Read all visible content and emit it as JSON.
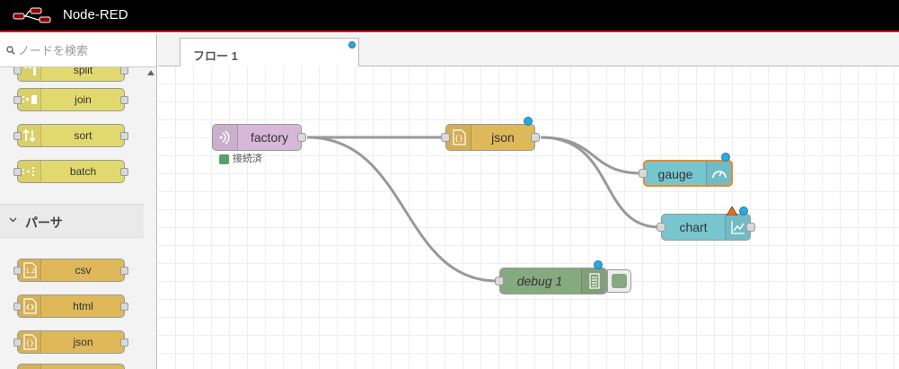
{
  "app": {
    "title": "Node-RED"
  },
  "palette": {
    "search_placeholder": "ノードを検索",
    "nodes_top": [
      {
        "label": "split",
        "color": "#e2d96e"
      },
      {
        "label": "join",
        "color": "#e2d96e"
      },
      {
        "label": "sort",
        "color": "#e2d96e"
      },
      {
        "label": "batch",
        "color": "#e2d96e"
      }
    ],
    "category": "パーサ",
    "nodes_parser": [
      {
        "label": "csv",
        "color": "#dfb85a"
      },
      {
        "label": "html",
        "color": "#dfb85a"
      },
      {
        "label": "json",
        "color": "#dfb85a"
      }
    ]
  },
  "workspace": {
    "tabs": [
      {
        "label": "フロー 1"
      }
    ],
    "nodes": {
      "factory": {
        "label": "factory",
        "status": "接続済",
        "color": "#d7b8d8"
      },
      "json": {
        "label": "json",
        "color": "#dfb85a"
      },
      "gauge": {
        "label": "gauge",
        "color": "#77c6cf"
      },
      "chart": {
        "label": "chart",
        "color": "#77c6cf"
      },
      "debug": {
        "label": "debug 1",
        "color": "#87a980"
      }
    }
  },
  "colors": {
    "header": "#000000",
    "header_accent": "#c02020",
    "changed_dot": "#2ea7e0",
    "selected_border": "#e88b2e",
    "status_connected": "#5a9e6f",
    "warning": "#e06a2a"
  }
}
